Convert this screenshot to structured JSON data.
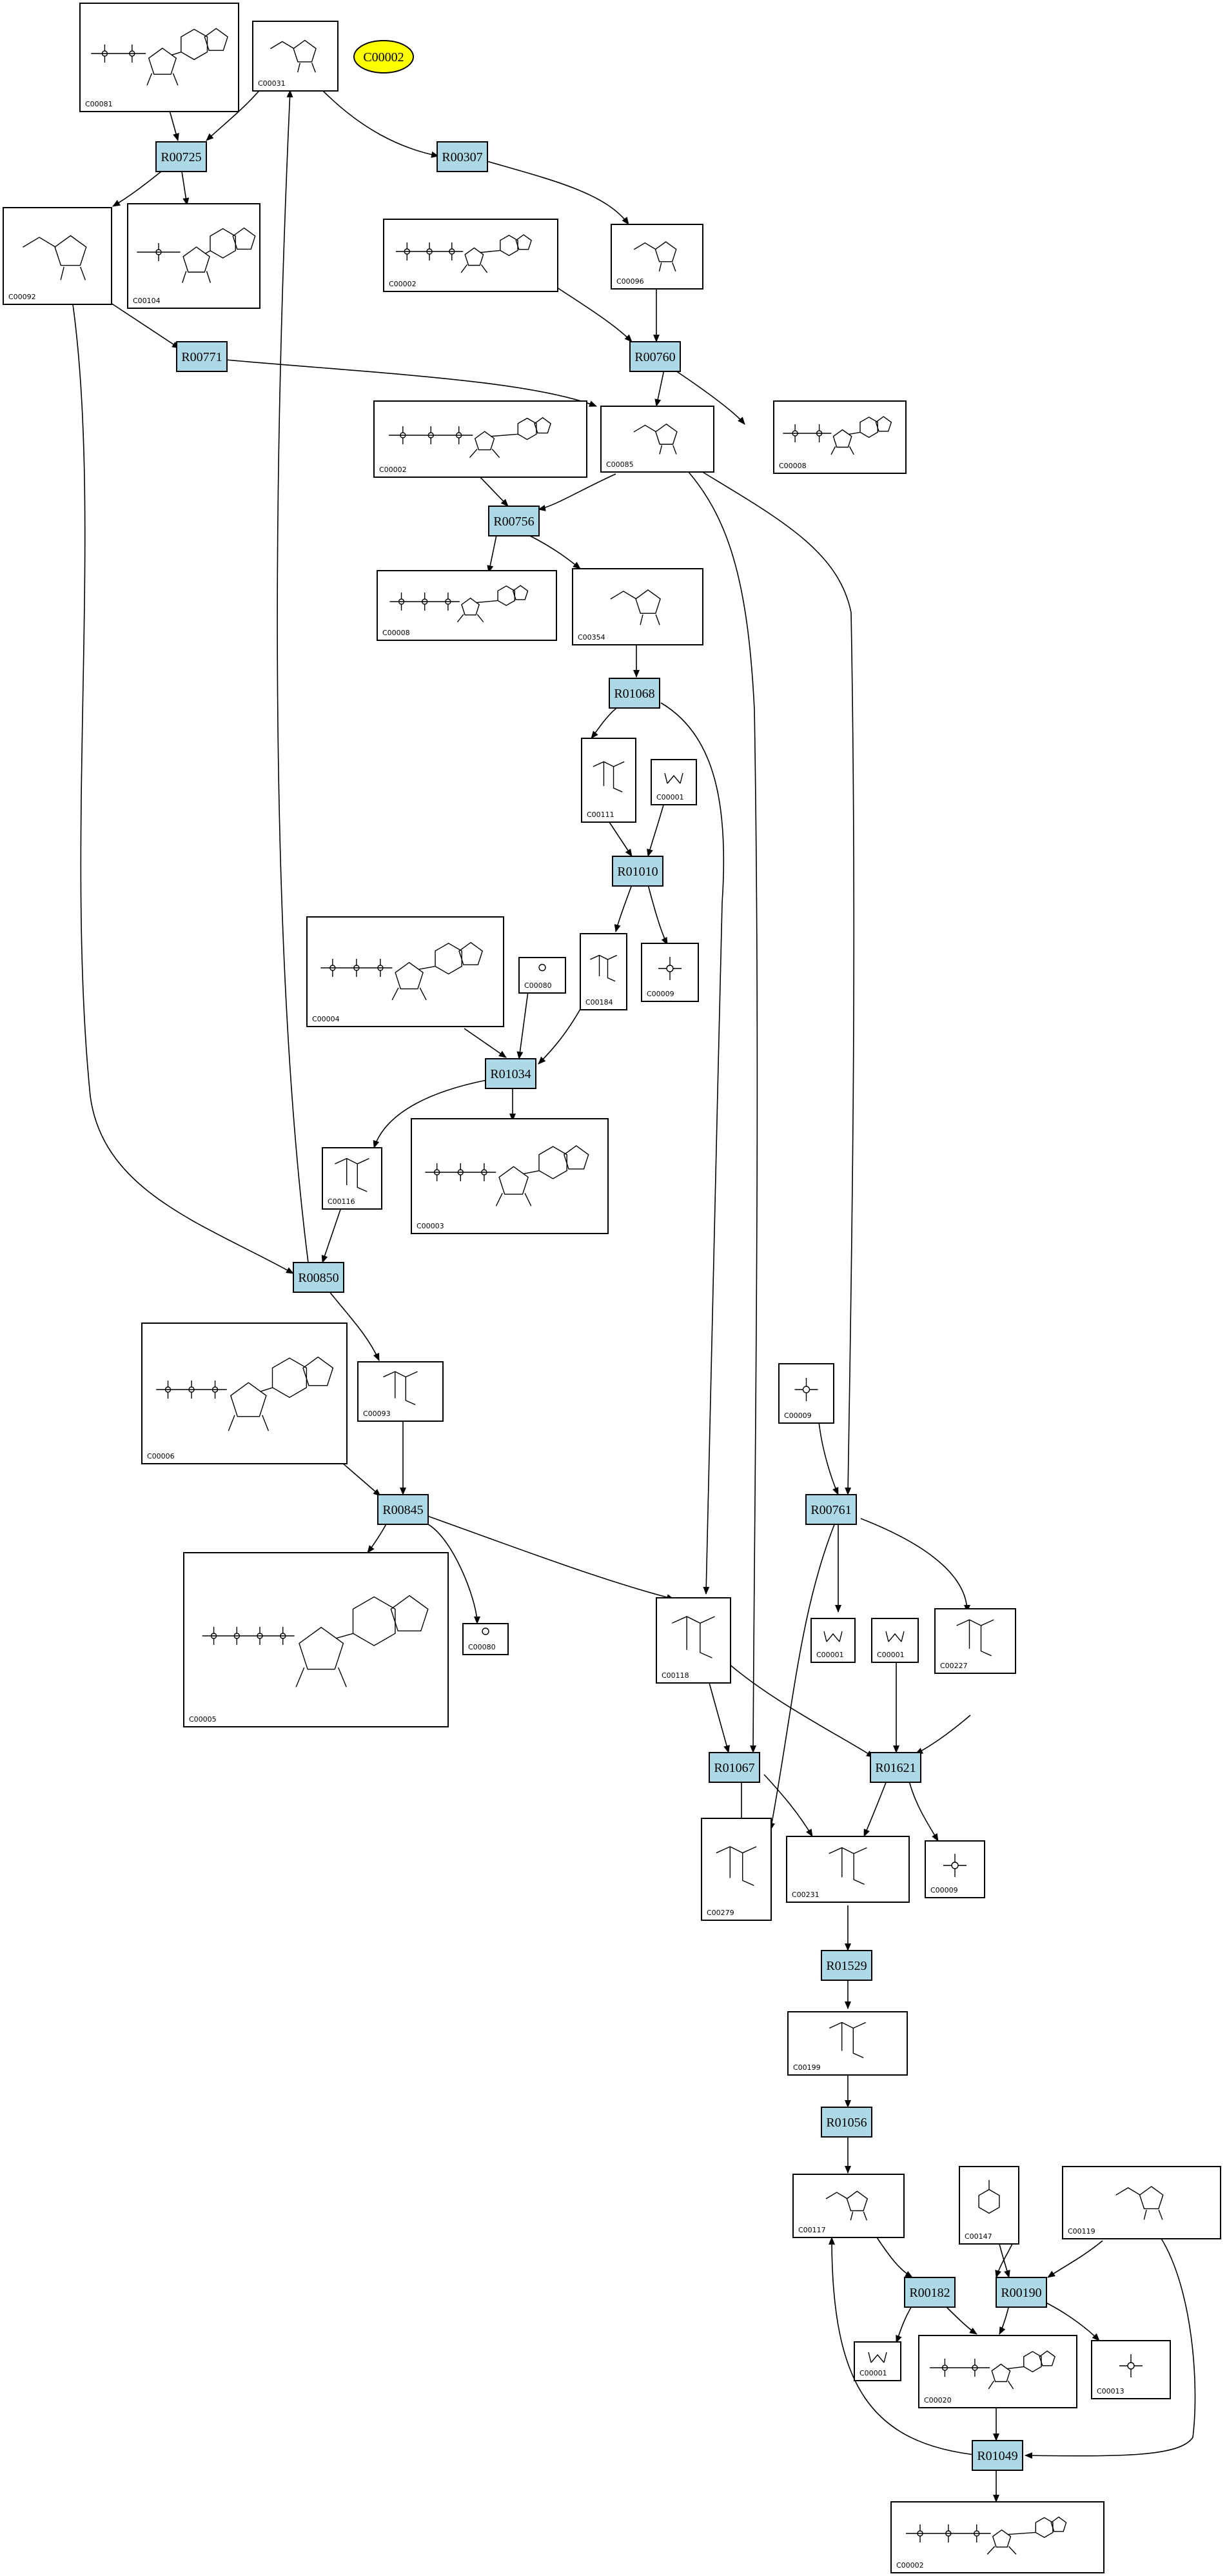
{
  "legend": {
    "label": "C00002",
    "color": "#ffff00"
  },
  "colors": {
    "reaction_fill": "#add8e6",
    "compound_stroke": "#000000",
    "edge": "#000000"
  },
  "reactions": [
    {
      "id": "R00725"
    },
    {
      "id": "R00307"
    },
    {
      "id": "R00771"
    },
    {
      "id": "R00760"
    },
    {
      "id": "R00756"
    },
    {
      "id": "R01068"
    },
    {
      "id": "R01010"
    },
    {
      "id": "R01034"
    },
    {
      "id": "R00850"
    },
    {
      "id": "R00845"
    },
    {
      "id": "R00761"
    },
    {
      "id": "R01067"
    },
    {
      "id": "R01621"
    },
    {
      "id": "R01529"
    },
    {
      "id": "R01056"
    },
    {
      "id": "R00182"
    },
    {
      "id": "R00190"
    },
    {
      "id": "R01049"
    }
  ],
  "compounds": [
    {
      "id": "C00081",
      "kind": "nucleotide"
    },
    {
      "id": "C00031",
      "kind": "sugar"
    },
    {
      "id": "C00092",
      "kind": "sugar"
    },
    {
      "id": "C00104",
      "kind": "nucleotide"
    },
    {
      "id": "C00002",
      "kind": "nucleotide"
    },
    {
      "id": "C00096",
      "kind": "sugar"
    },
    {
      "id": "C00002",
      "kind": "nucleotide"
    },
    {
      "id": "C00085",
      "kind": "sugar"
    },
    {
      "id": "C00008",
      "kind": "nucleotide"
    },
    {
      "id": "C00008",
      "kind": "nucleotide"
    },
    {
      "id": "C00354",
      "kind": "sugar"
    },
    {
      "id": "C00111",
      "kind": "small"
    },
    {
      "id": "C00001",
      "kind": "water"
    },
    {
      "id": "C00004",
      "kind": "nucleotide"
    },
    {
      "id": "C00080",
      "kind": "proton"
    },
    {
      "id": "C00184",
      "kind": "small"
    },
    {
      "id": "C00009",
      "kind": "phosphate"
    },
    {
      "id": "C00116",
      "kind": "small"
    },
    {
      "id": "C00003",
      "kind": "nucleotide"
    },
    {
      "id": "C00006",
      "kind": "nucleotide"
    },
    {
      "id": "C00093",
      "kind": "small"
    },
    {
      "id": "C00009",
      "kind": "phosphate"
    },
    {
      "id": "C00005",
      "kind": "nucleotide"
    },
    {
      "id": "C00080",
      "kind": "proton"
    },
    {
      "id": "C00118",
      "kind": "small"
    },
    {
      "id": "C00001",
      "kind": "water"
    },
    {
      "id": "C00001",
      "kind": "water"
    },
    {
      "id": "C00227",
      "kind": "small"
    },
    {
      "id": "C00279",
      "kind": "small"
    },
    {
      "id": "C00231",
      "kind": "small"
    },
    {
      "id": "C00009",
      "kind": "phosphate"
    },
    {
      "id": "C00199",
      "kind": "small"
    },
    {
      "id": "C00117",
      "kind": "sugar"
    },
    {
      "id": "C00147",
      "kind": "base"
    },
    {
      "id": "C00119",
      "kind": "sugar"
    },
    {
      "id": "C00001",
      "kind": "water"
    },
    {
      "id": "C00020",
      "kind": "nucleotide"
    },
    {
      "id": "C00013",
      "kind": "phosphate"
    },
    {
      "id": "C00002",
      "kind": "nucleotide"
    }
  ]
}
